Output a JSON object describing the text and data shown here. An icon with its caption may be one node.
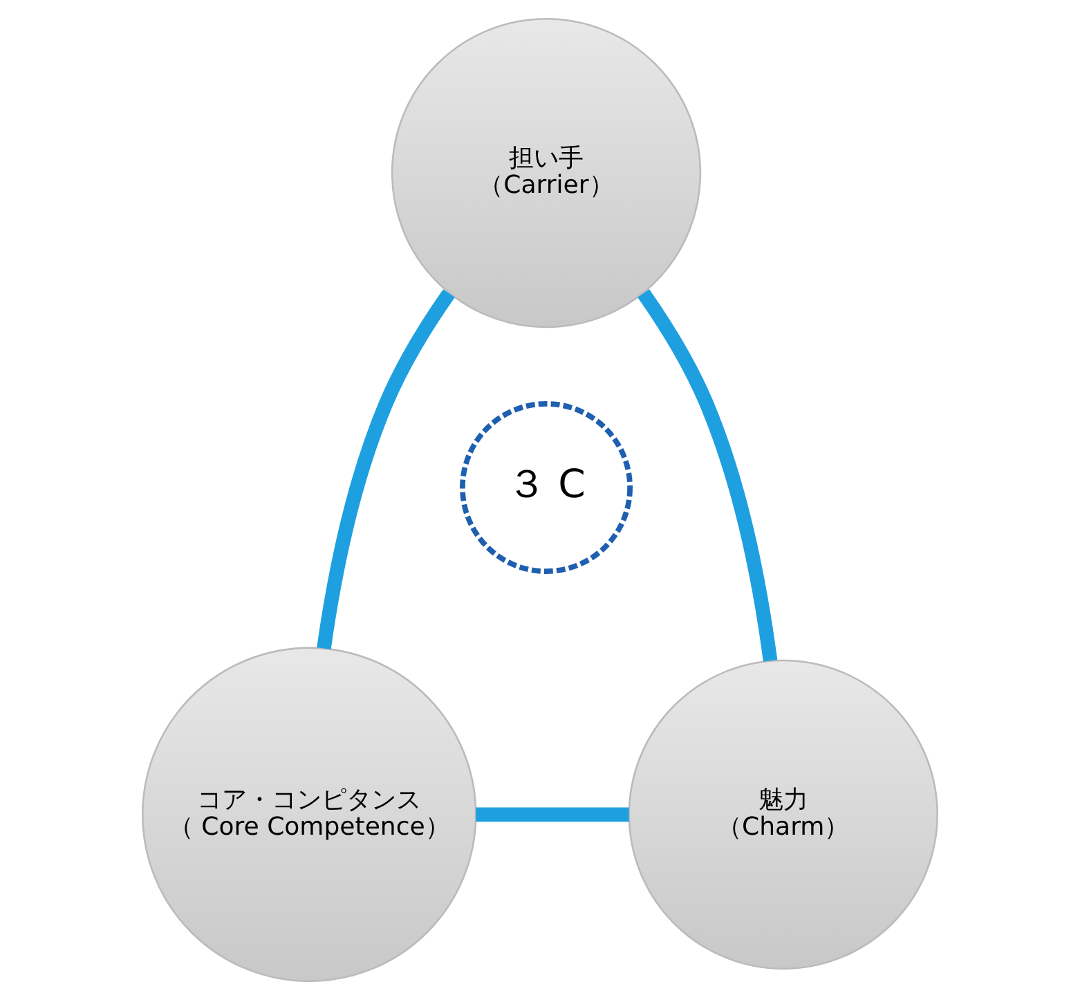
{
  "diagram": {
    "nodes": [
      {
        "text": [
          "担い手",
          "（Carrier）"
        ]
      },
      {
        "text": [
          "３ C"
        ]
      },
      {
        "text": [
          "コア・コンピタンス",
          "（ Core Competence）"
        ]
      },
      {
        "text": [
          "魅力",
          "（Charm）"
        ]
      }
    ],
    "edges": [
      {
        "from": 0,
        "to": 2,
        "arrow": "none"
      },
      {
        "from": 2,
        "to": 3,
        "arrow": "none"
      },
      {
        "from": 3,
        "to": 0,
        "arrow": "none"
      }
    ]
  }
}
